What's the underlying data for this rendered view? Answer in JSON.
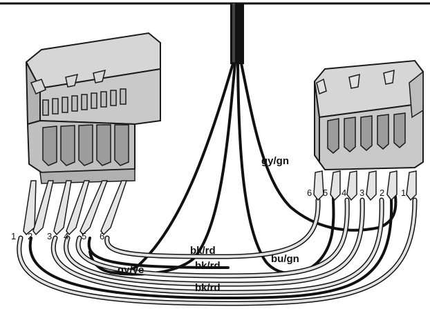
{
  "wire_labels": {
    "gy_gn": "gy/gn",
    "bk_rd_1": "bk/rd",
    "bk_rd_2": "bk/rd",
    "bk_rd_3": "bk/rd",
    "gy_ye": "gy/ye",
    "bu_gn": "bu/gn"
  },
  "left_connector_pins": [
    "1",
    "2",
    "3",
    "4",
    "5",
    "6"
  ],
  "right_connector_pins": [
    "6",
    "5",
    "4",
    "3",
    "2",
    "1"
  ],
  "colors": {
    "housing": "#c8c8c8",
    "housing_dark": "#8a8a8a",
    "wire_dark": "#111111",
    "wire_light": "#e2e2e2",
    "outline": "#1a1a1a"
  }
}
